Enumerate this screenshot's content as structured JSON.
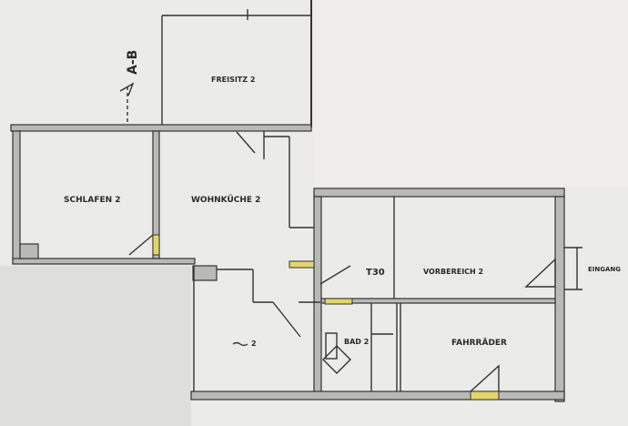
{
  "plan": {
    "section_marker": "A-B",
    "rooms": [
      {
        "id": "freisitz",
        "label": "FREISITZ 2"
      },
      {
        "id": "schlafen",
        "label": "SCHLAFEN 2"
      },
      {
        "id": "wohnkueche",
        "label": "WOHNKÜCHE 2"
      },
      {
        "id": "t30",
        "label": "T30"
      },
      {
        "id": "vorbereich",
        "label": "VORBEREICH 2"
      },
      {
        "id": "bad",
        "label": "BAD 2"
      },
      {
        "id": "fahrraeder",
        "label": "FAHRRÄDER"
      },
      {
        "id": "small-room",
        "label": "2"
      }
    ],
    "entrance_label": "EINGANG",
    "colors": {
      "wall": "#b9b9b6",
      "door_highlight": "#e3d56a",
      "paper": "#e9e9e7"
    }
  }
}
